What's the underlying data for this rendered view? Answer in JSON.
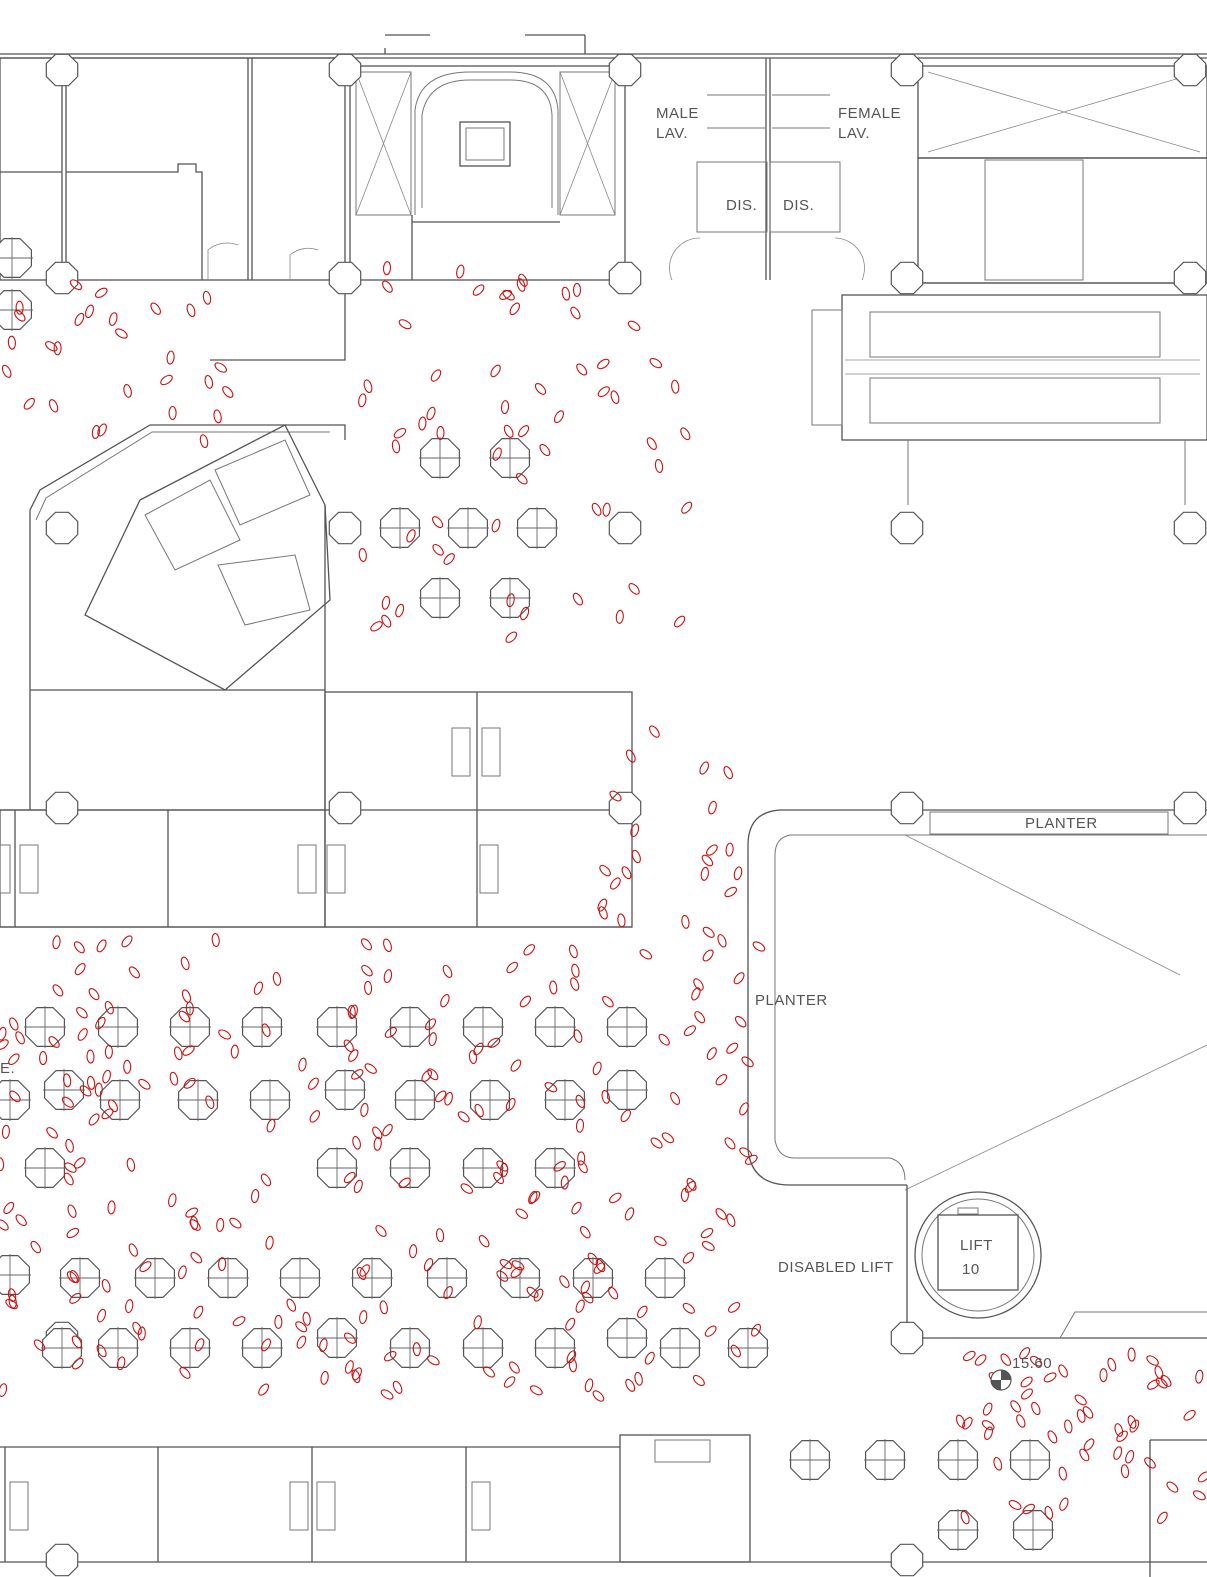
{
  "labels": {
    "male_lav": "MALE",
    "male_lav2": "LAV.",
    "female_lav": "FEMALE",
    "female_lav2": "LAV.",
    "dis_left": "DIS.",
    "dis_right": "DIS.",
    "planter_top": "PLANTER",
    "planter_side": "PLANTER",
    "disabled_lift": "DISABLED LIFT",
    "lift": "LIFT",
    "lift_no": "10",
    "level": "15.60",
    "edge_text": "E."
  },
  "colors": {
    "wall": "#555555",
    "pedestrian": "#cc1111",
    "background": "#ffffff"
  }
}
